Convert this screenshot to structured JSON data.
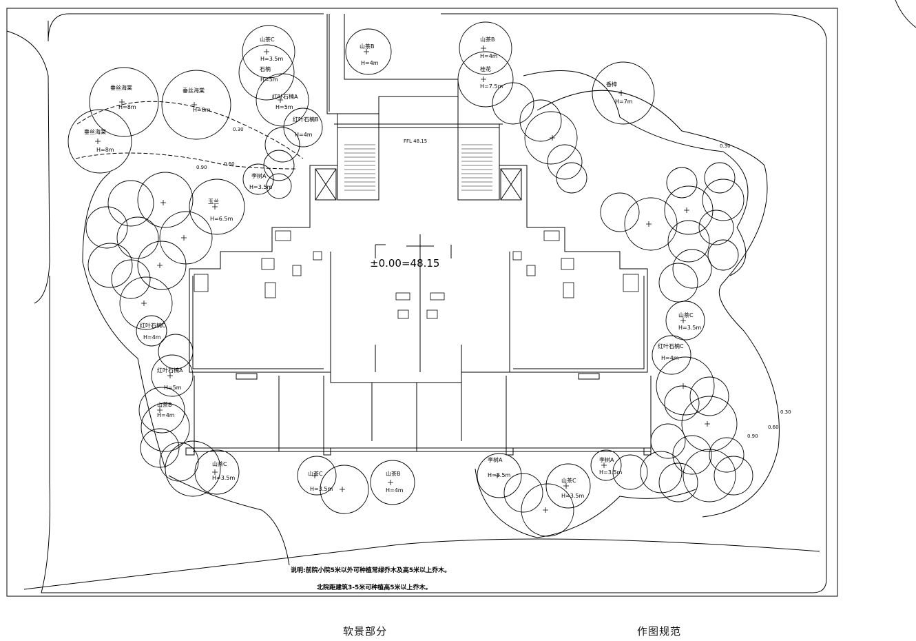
{
  "plan": {
    "level_mark": "±0.00=48.15",
    "ffl_mark": "FFL 48.15",
    "contours": [
      "0.30",
      "0.60",
      "0.90"
    ],
    "notes": [
      "说明:前院小院5米以外可种植常绿乔木及高5米以上乔木。",
      "北院距建筑3-5米可种植高5米以上乔木。"
    ],
    "footer": {
      "left": "软景部分",
      "right": "作图规范"
    }
  },
  "trees": [
    {
      "name": "山茶C",
      "height": "H=3.5m"
    },
    {
      "name": "石楠",
      "height": "H=5m"
    },
    {
      "name": "山茶B",
      "height": "H=4m"
    },
    {
      "name": "桂花",
      "height": "H=7.5m"
    },
    {
      "name": "红叶石楠A",
      "height": "H=5m"
    },
    {
      "name": "红叶石楠B",
      "height": "H=4m"
    },
    {
      "name": "李树A",
      "height": "H=3.5m"
    },
    {
      "name": "垂丝海棠",
      "height": "H=8m"
    },
    {
      "name": "香樟",
      "height": "H=7m"
    },
    {
      "name": "玉兰",
      "height": "H=6.5m"
    },
    {
      "name": "红叶石楠C",
      "height": "H=4m"
    }
  ]
}
